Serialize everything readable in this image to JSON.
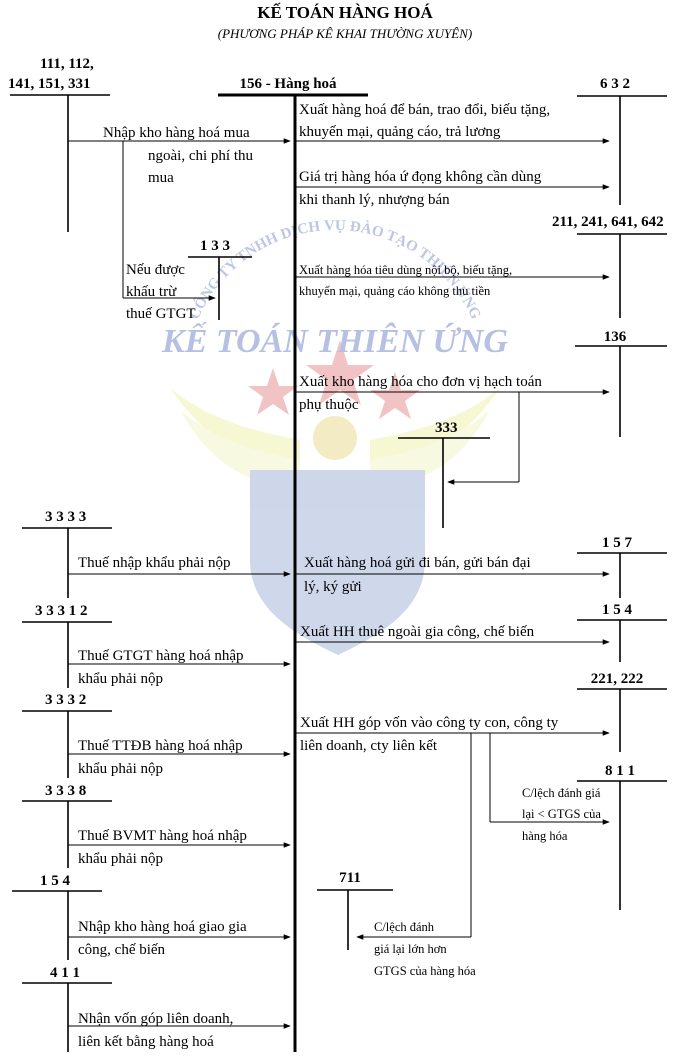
{
  "title": "KẾ TOÁN HÀNG HOÁ",
  "subtitle": "(PHƯƠNG PHÁP KÊ KHAI THƯỜNG XUYÊN)",
  "watermark": {
    "company_arc": "CÔNG TY TNHH DỊCH VỤ ĐÀO TẠO THIÊN ỨNG",
    "brand": "KẾ TOÁN THIÊN ỨNG"
  },
  "accounts": {
    "a111_line1": "111, 112,",
    "a111_line2": "141, 151, 331",
    "a156": "156 - Hàng hoá",
    "a632": "6 3 2",
    "a211": "211, 241, 641, 642",
    "a133": "1 3 3",
    "a136": "136",
    "a333": "333",
    "a3333": "3 3 3 3",
    "a157": "1 5 7",
    "a33312": "3 3 3 1 2",
    "a154_right": "1 5 4",
    "a221": "221, 222",
    "a3332": "3 3 3 2",
    "a811": "8 1 1",
    "a3338": "3 3 3 8",
    "a154_left": "1 5 4",
    "a711": "711",
    "a411": "4 1 1"
  },
  "entries": {
    "nhap_mua_1": "Nhập kho hàng hoá mua",
    "nhap_mua_2": "ngoài, chi phí thu",
    "nhap_mua_3": "mua",
    "khau_tru_1": "Nếu được",
    "khau_tru_2": "khấu trừ",
    "khau_tru_3": "thuế GTGT",
    "xuat_ban_1": "Xuất hàng hoá để bán, trao đổi, biếu tặng,",
    "xuat_ban_2": "khuyến mại, quảng cáo, trả lương",
    "u_dong_1": "Giá trị hàng hóa ứ đọng không cần dùng",
    "u_dong_2": "khi thanh lý, nhượng bán",
    "noi_bo_1": "Xuất hàng hóa tiêu dùng nội bộ, biếu tặng,",
    "noi_bo_2": "khuyến mại, quảng cáo không thu tiền",
    "phu_thuoc_1": "Xuất kho hàng hóa cho đơn vị hạch toán",
    "phu_thuoc_2": "phụ thuộc",
    "thue_nk": "Thuế nhập khẩu phải nộp",
    "gui_ban_1": "Xuất hàng hoá gửi đi bán, gửi bán đại",
    "gui_ban_2": "lý, ký gửi",
    "gia_cong": "Xuất HH thuê ngoài gia công, chế biến",
    "gtgt_nk_1": "Thuế GTGT hàng hoá nhập",
    "gtgt_nk_2": "khẩu phải nộp",
    "gop_von_1": "Xuất HH góp vốn vào công ty con, công ty",
    "gop_von_2": "liên doanh, cty liên kết",
    "ttdb_1": "Thuế TTĐB hàng hoá nhập",
    "ttdb_2": "khẩu phải nộp",
    "clech_811_1": "C/lệch đánh giá",
    "clech_811_2": "lại < GTGS của",
    "clech_811_3": "hàng hóa",
    "bvmt_1": "Thuế BVMT hàng hoá nhập",
    "bvmt_2": "khẩu phải nộp",
    "gc_nhap_1": "Nhập kho hàng hoá giao gia",
    "gc_nhap_2": "công, chế biến",
    "clech_711_1": "C/lệch đánh",
    "clech_711_2": "giá lại lớn hơn",
    "clech_711_3": "GTGS của hàng hóa",
    "von_gop_1": "Nhận vốn góp liên doanh,",
    "von_gop_2": "liên kết bằng hàng hoá"
  }
}
